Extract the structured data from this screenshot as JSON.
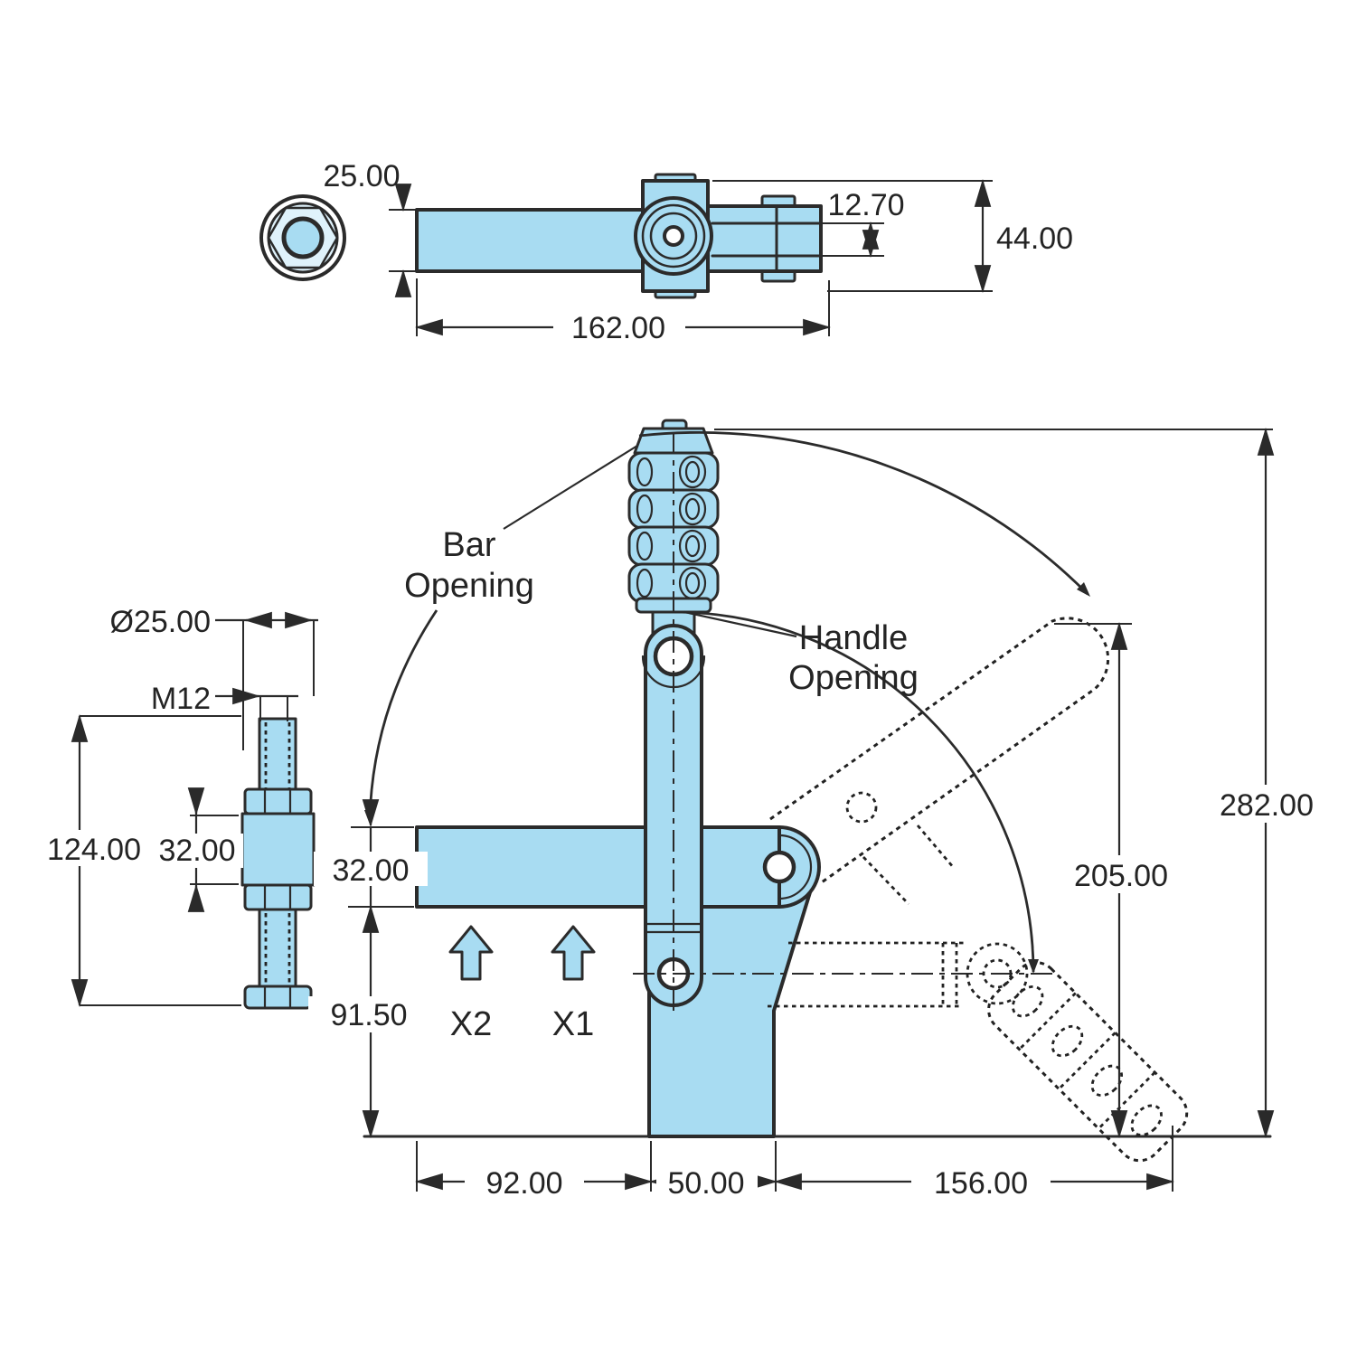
{
  "colors": {
    "part_fill": "#a8dcf2",
    "line": "#2b2b2b"
  },
  "top_view": {
    "dims": {
      "bar_thickness": "25.00",
      "bar_length": "162.00",
      "plate_width": "12.70",
      "head_width": "44.00"
    }
  },
  "spindle_view": {
    "dims": {
      "diameter": "Ø25.00",
      "thread": "M12",
      "length": "124.00",
      "spacer_height": "32.00"
    }
  },
  "front_view": {
    "labels": {
      "bar_opening_1": "Bar",
      "bar_opening_2": "Opening",
      "handle_opening_1": "Handle",
      "handle_opening_2": "Opening",
      "force_point_1": "X1",
      "force_point_2": "X2"
    },
    "dims": {
      "bar_height": "32.00",
      "base_height": "91.50",
      "left_offset": "92.00",
      "body_width": "50.00",
      "handle_reach": "156.00",
      "open_height": "205.00",
      "total_height": "282.00"
    }
  }
}
